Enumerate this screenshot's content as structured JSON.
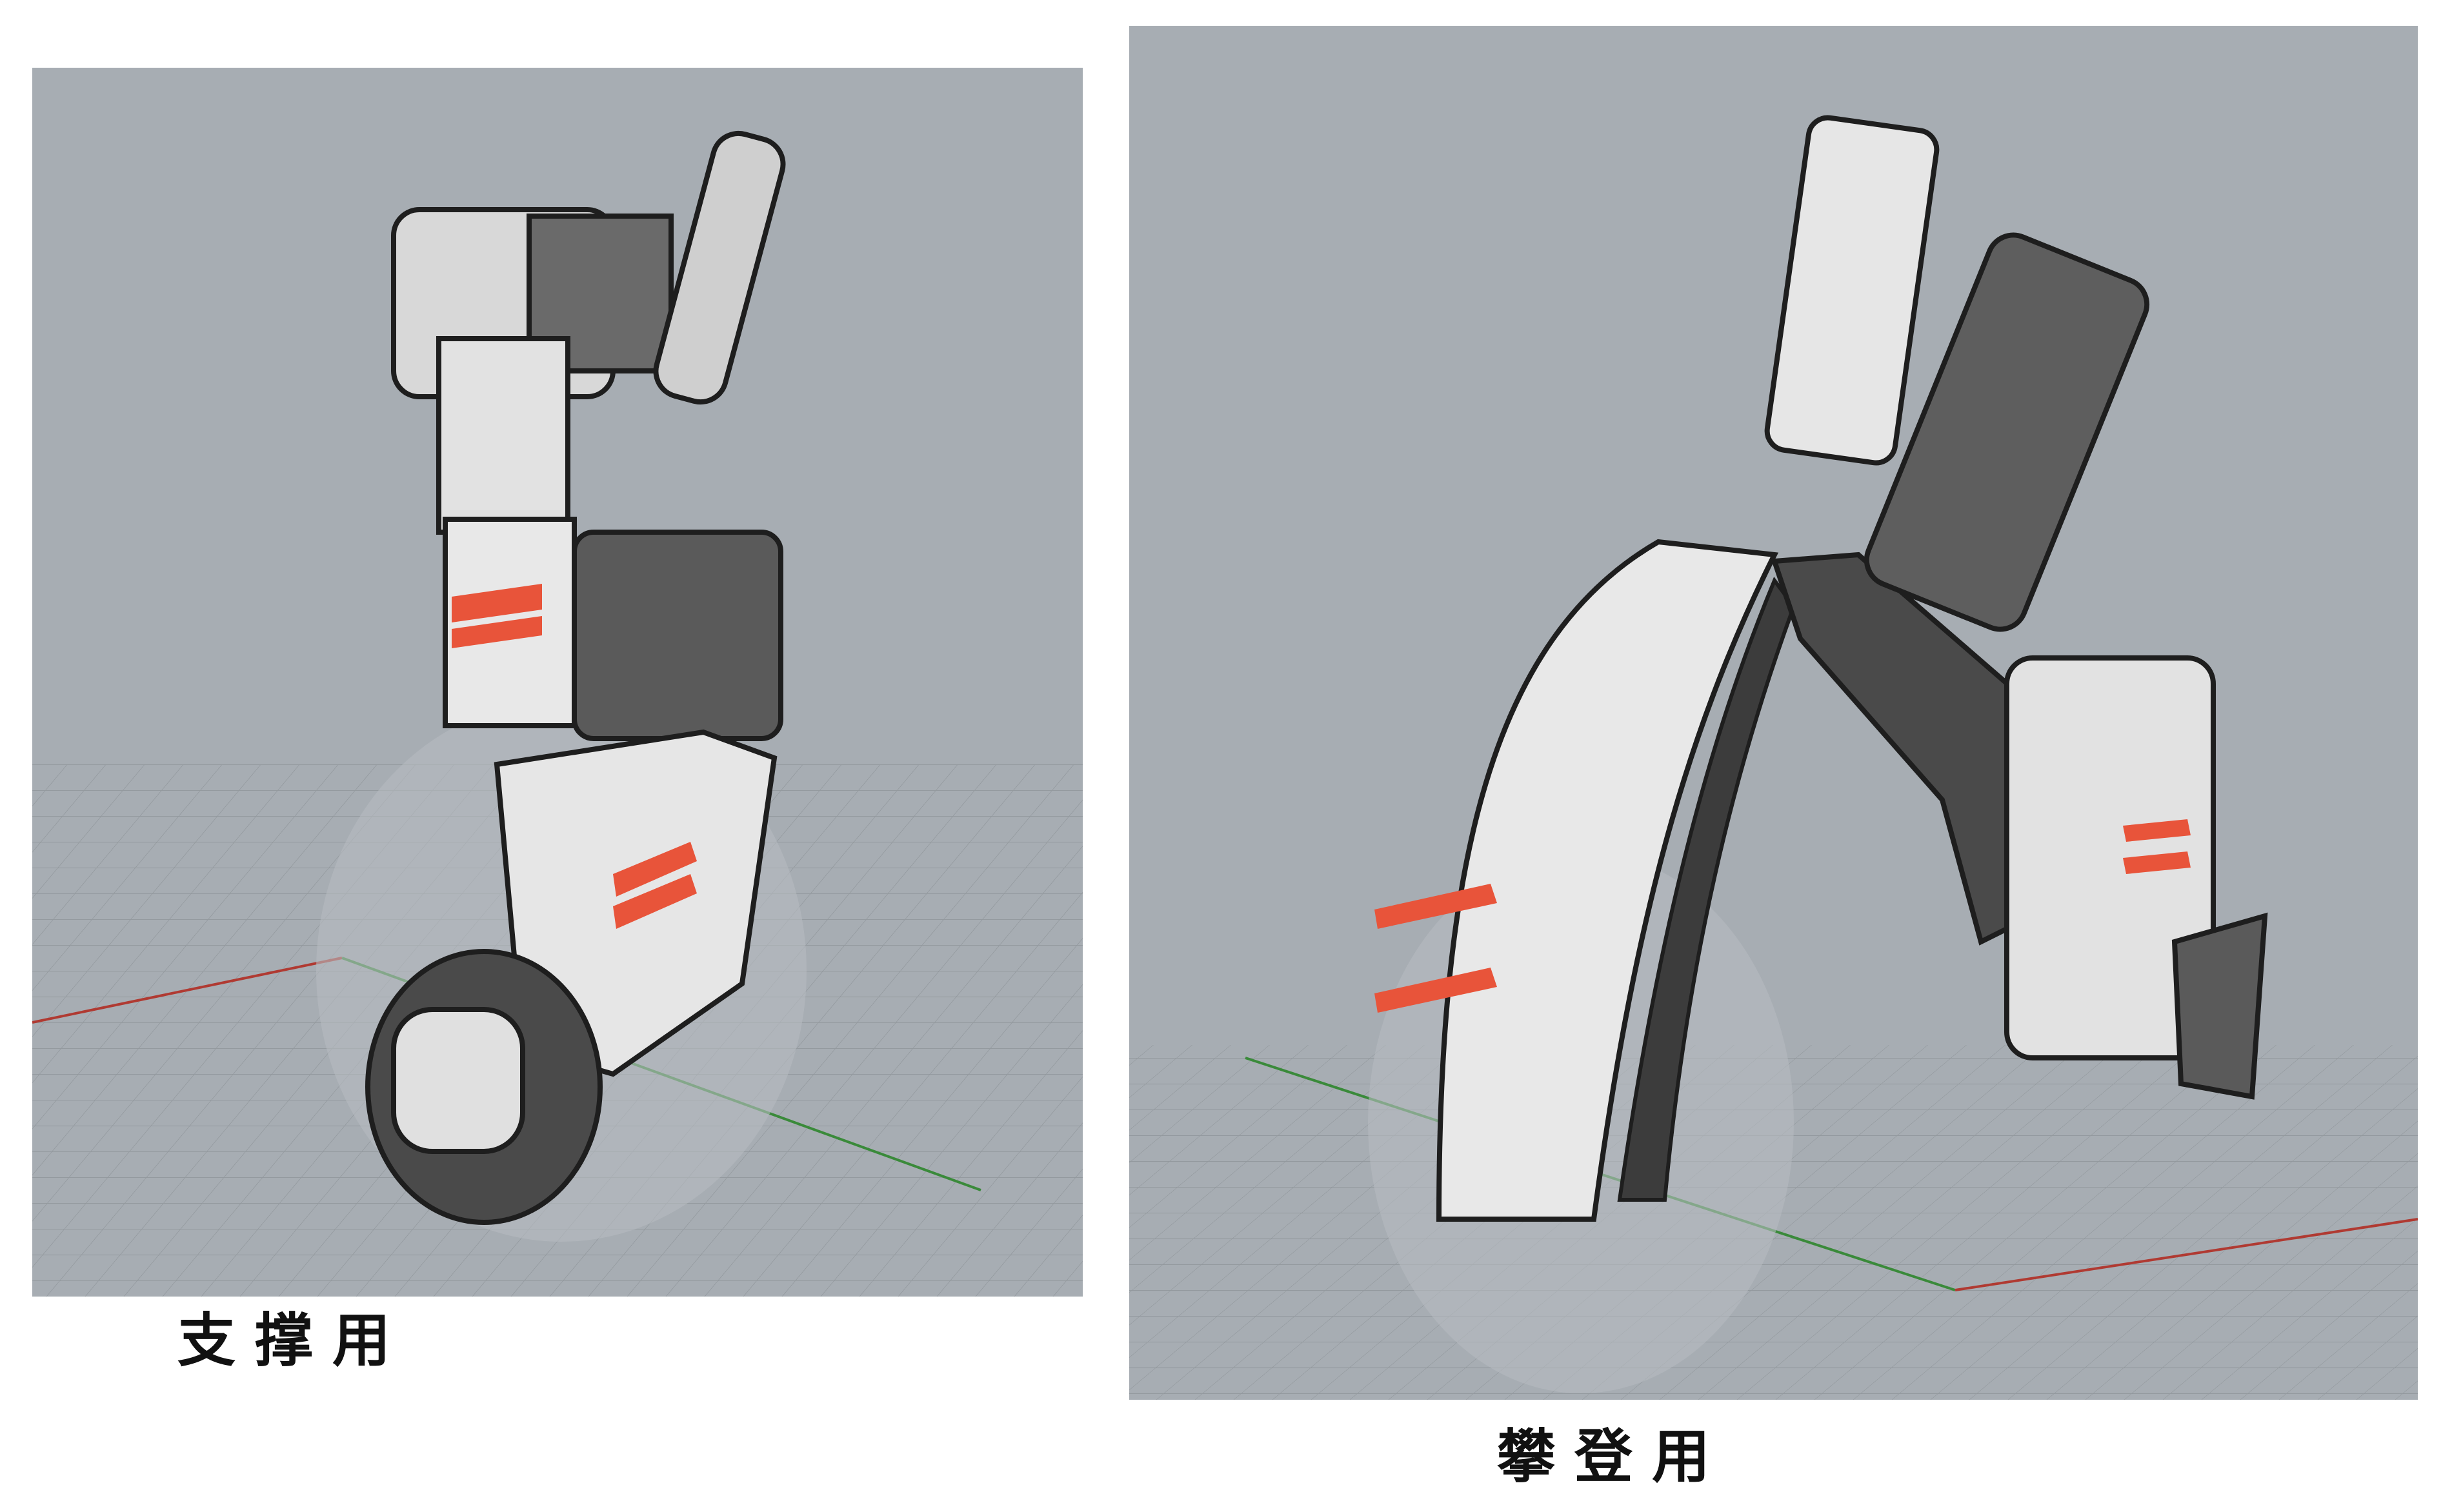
{
  "panels": [
    {
      "caption": "支撑用"
    },
    {
      "caption": "攀登用"
    }
  ],
  "colors": {
    "viewport_bg": "#a7adb3",
    "grid_line": "#8e9499",
    "axis_x": "#b03a32",
    "axis_y": "#3a8a3a",
    "accent_stripe": "#e8543a",
    "armor_light": "#e6e6e6",
    "armor_dark": "#3a3a3a"
  },
  "icons": [
    "support-mech-leg-sketch",
    "climbing-mech-arm-sketch"
  ]
}
